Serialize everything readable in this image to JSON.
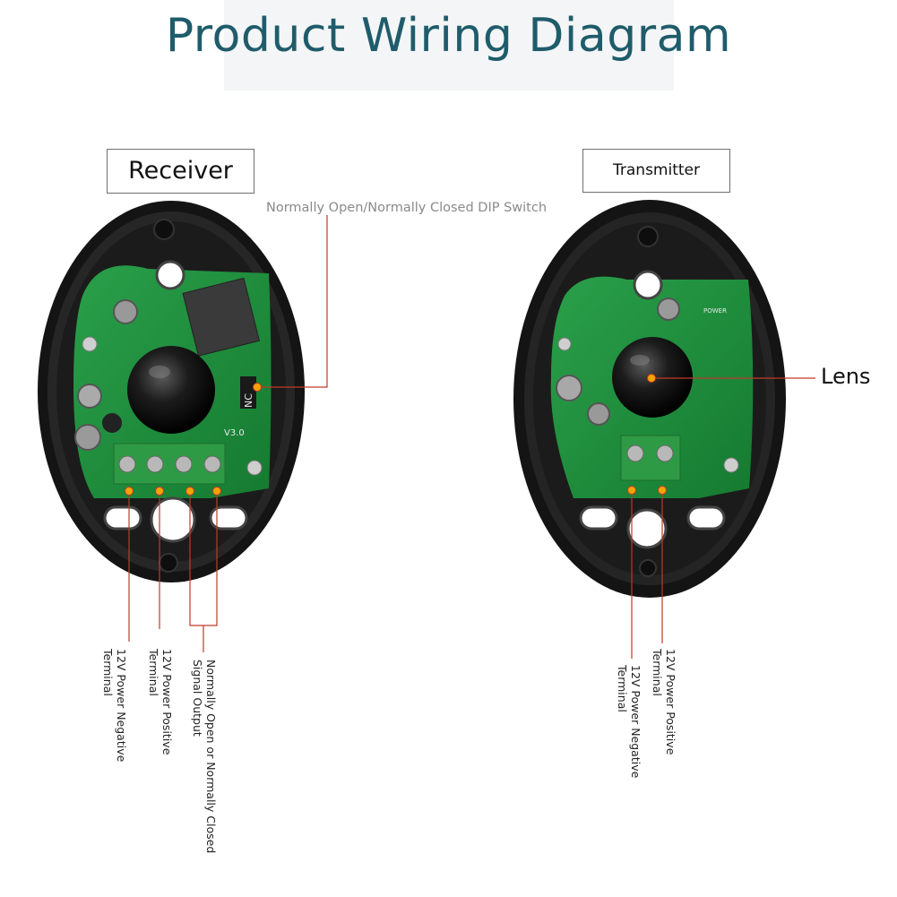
{
  "title": "Product Wiring Diagram",
  "receiver": {
    "label": "Receiver",
    "dip_switch_label": "Normally Open/Normally Closed DIP Switch",
    "terminals": [
      {
        "text": "12V Power Negative Terminal",
        "lines": [
          "12V Power Negative",
          "Terminal"
        ]
      },
      {
        "text": "12V Power Positive Terminal",
        "lines": [
          "12V Power Positive",
          "Terminal"
        ]
      },
      {
        "text": "Normally Open or Normally Closed Signal Output",
        "lines": [
          "Normally Open or Normally Closed",
          "Signal Output"
        ]
      }
    ],
    "pcb_marks": {
      "version": "V3.0",
      "nc": "NC"
    }
  },
  "transmitter": {
    "label": "Transmitter",
    "lens_label": "Lens",
    "terminals": [
      {
        "text": "12V Power Negative Terminal",
        "lines": [
          "12V Power Negative",
          "Terminal"
        ]
      },
      {
        "text": "12V Power Positive Terminal",
        "lines": [
          "12V Power Positive",
          "Terminal"
        ]
      }
    ],
    "pcb_marks": {
      "power": "POWER"
    }
  },
  "colors": {
    "title": "#1f5c6b",
    "leader": "#c0392b",
    "pcb": "#1f8a3a",
    "housing": "#1a1a1a",
    "terminal_dot": "#f5a300"
  }
}
